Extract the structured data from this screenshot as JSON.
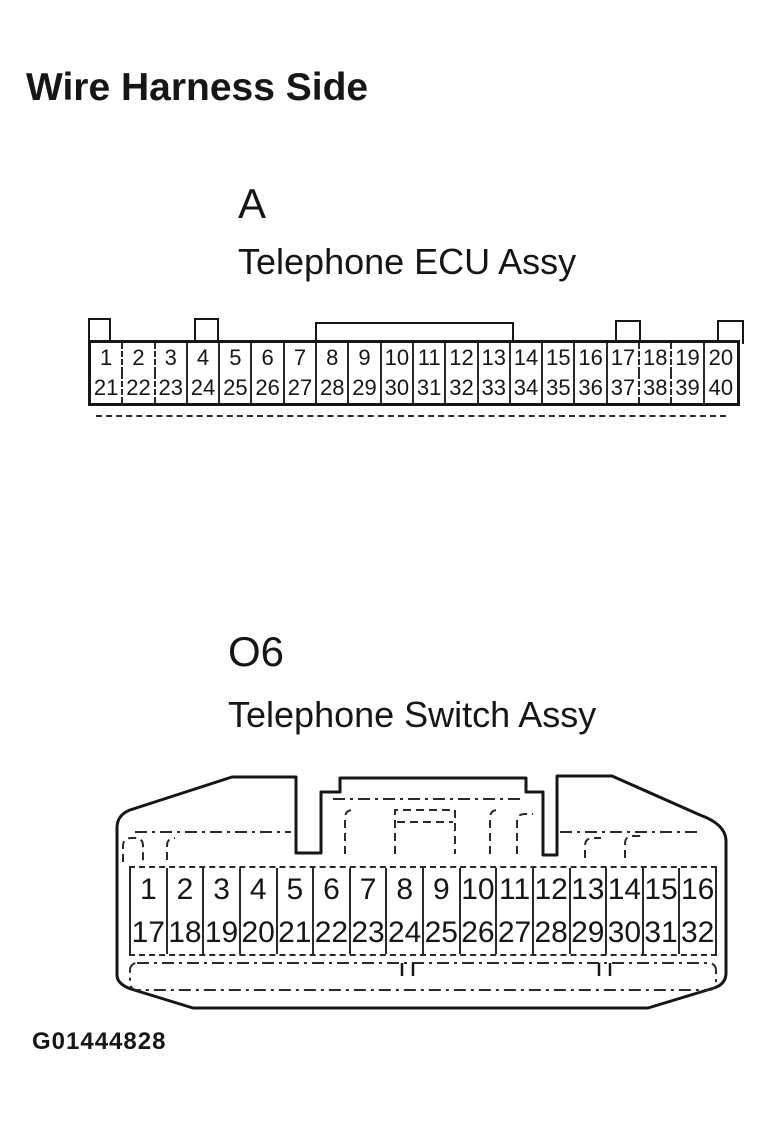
{
  "page": {
    "title": "Wire Harness Side",
    "figure_code": "G01444828"
  },
  "colors": {
    "ink": "#161616",
    "paper": "#ffffff"
  },
  "connectors": [
    {
      "code": "A",
      "name": "Telephone ECU Assy",
      "pins_top": [
        "1",
        "2",
        "3",
        "4",
        "5",
        "6",
        "7",
        "8",
        "9",
        "10",
        "11",
        "12",
        "13",
        "14",
        "15",
        "16",
        "17",
        "18",
        "19",
        "20"
      ],
      "pins_bottom": [
        "21",
        "22",
        "23",
        "24",
        "25",
        "26",
        "27",
        "28",
        "29",
        "30",
        "31",
        "32",
        "33",
        "34",
        "35",
        "36",
        "37",
        "38",
        "39",
        "40"
      ]
    },
    {
      "code": "O6",
      "name": "Telephone Switch Assy",
      "pins_top": [
        "1",
        "2",
        "3",
        "4",
        "5",
        "6",
        "7",
        "8",
        "9",
        "10",
        "11",
        "12",
        "13",
        "14",
        "15",
        "16"
      ],
      "pins_bottom": [
        "17",
        "18",
        "19",
        "20",
        "21",
        "22",
        "23",
        "24",
        "25",
        "26",
        "27",
        "28",
        "29",
        "30",
        "31",
        "32"
      ]
    }
  ]
}
